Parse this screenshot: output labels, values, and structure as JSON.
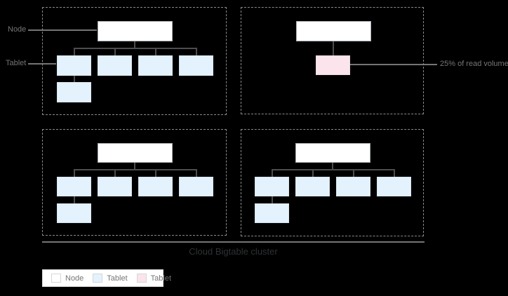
{
  "annotations": {
    "node_label": "Node",
    "tablet_label": "Tablet",
    "read_volume_label": "25% of read volume"
  },
  "cluster": {
    "title": "Cloud Bigtable cluster"
  },
  "legend": {
    "items": [
      {
        "label": "Node",
        "color": "#ffffff"
      },
      {
        "label": "Tablet",
        "color": "#e3f2fd"
      },
      {
        "label": "Tablet",
        "color": "#fce4ec"
      }
    ]
  },
  "colors": {
    "bg": "#000000",
    "node_fill": "#ffffff",
    "tablet_blue": "#e3f2fd",
    "tablet_pink": "#fce4ec",
    "connector": "#4d4d4d",
    "leader": "#757575",
    "label_text": "#757575",
    "title_text": "#2e3134",
    "dash_border": "#8a8a8a"
  }
}
